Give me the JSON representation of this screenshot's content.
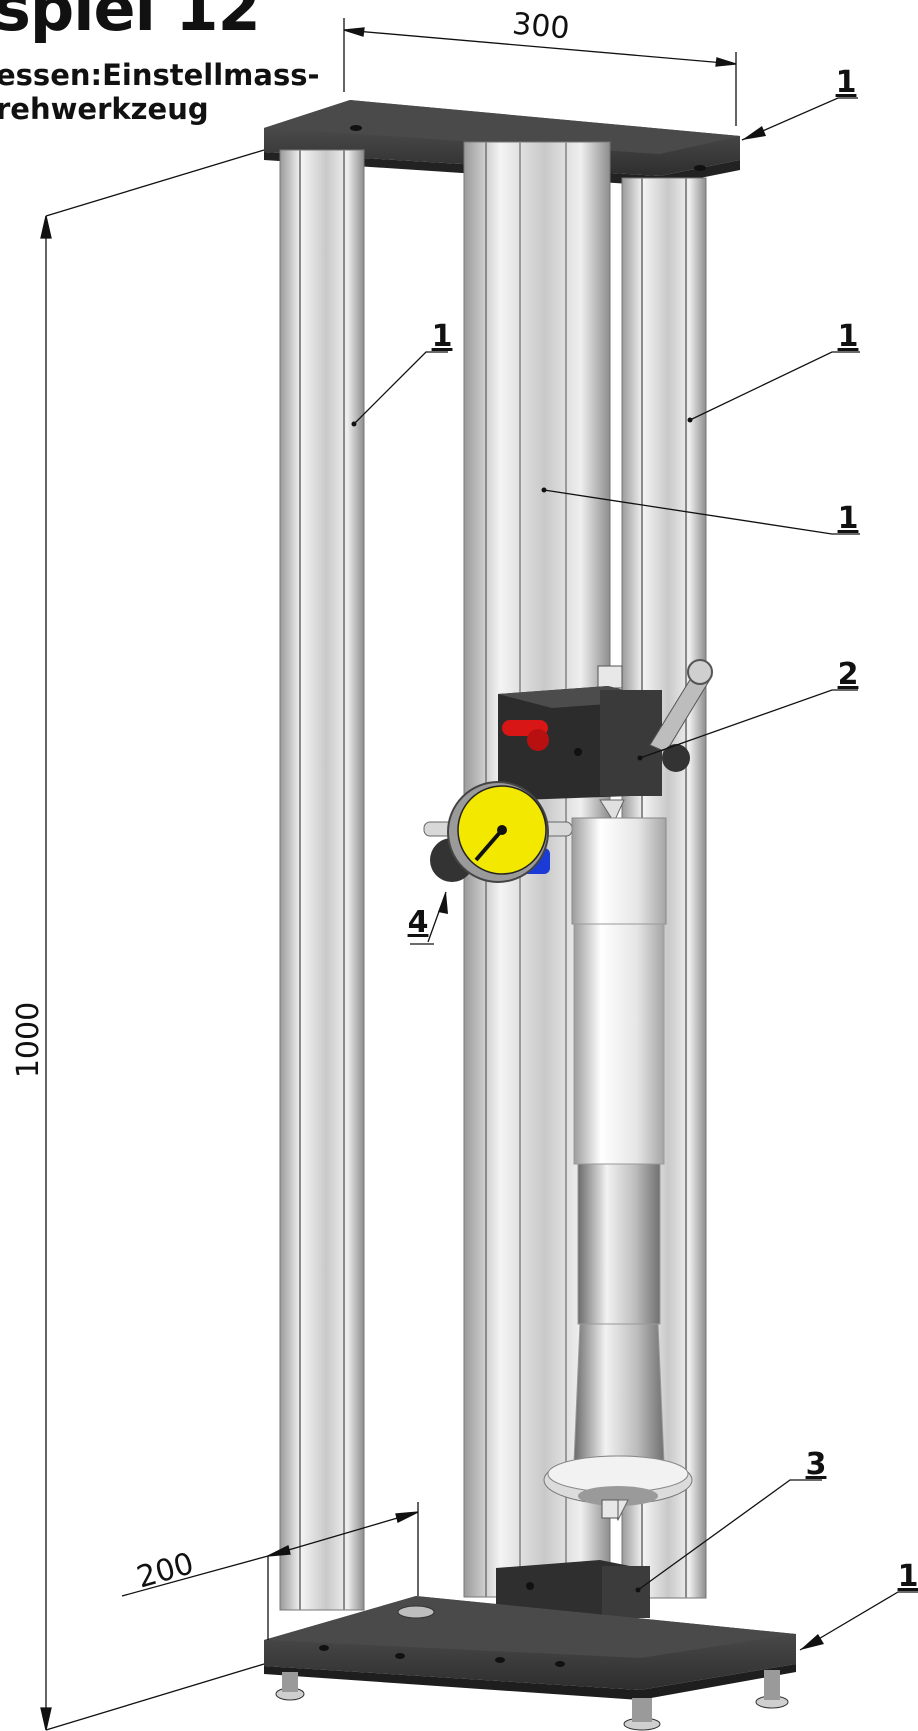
{
  "title": "spiel 12",
  "subtitle_lines": [
    "essen:Einstellmass-",
    "rehwerkzeug"
  ],
  "dimensions": {
    "top_width": "300",
    "bottom_depth": "200",
    "height": "1000"
  },
  "callouts": [
    "1",
    "1",
    "1",
    "1",
    "2",
    "3",
    "1",
    "4"
  ],
  "colors": {
    "frame": "#3a3a3a",
    "profile": "#d9d9d9",
    "gauge_face": "#f2e800",
    "clamp_lever": "#d81616",
    "gauge_clamp": "#1a3bd6"
  }
}
